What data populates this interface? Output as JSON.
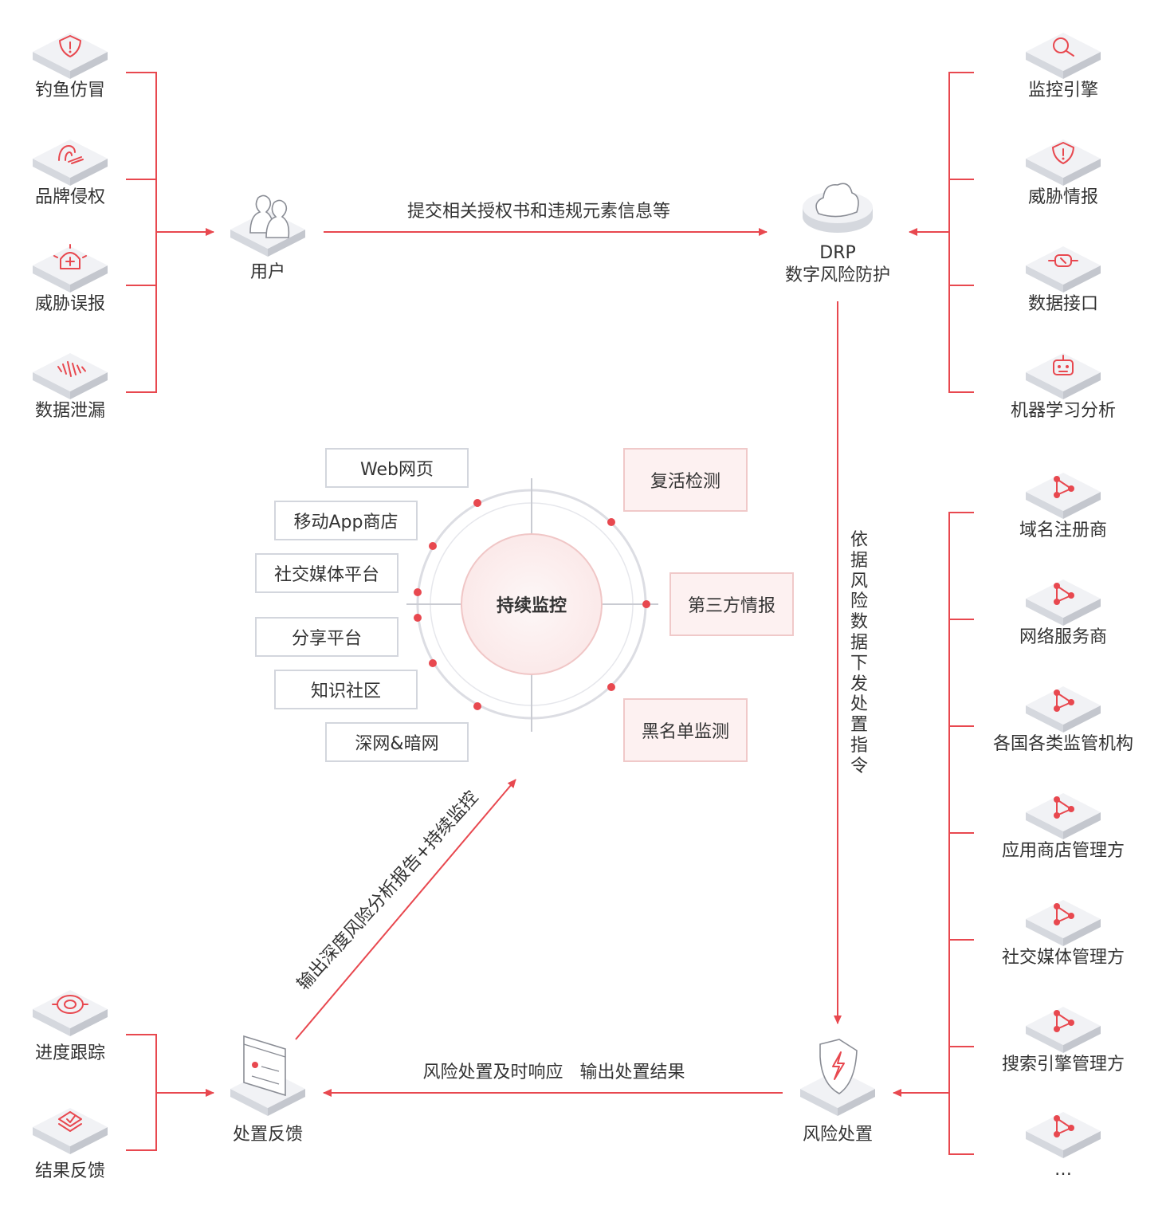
{
  "colors": {
    "accent": "#e8484f",
    "icon_top": "#f1f2f5",
    "icon_side": "#d5d8de",
    "box_border": "#d3d6dd",
    "box_pink": "#fdf1f1"
  },
  "left_top_items": [
    {
      "label": "钓鱼仿冒",
      "icon": "shield-alert-icon"
    },
    {
      "label": "品牌侵权",
      "icon": "brand-icon"
    },
    {
      "label": "威胁误报",
      "icon": "alarm-icon"
    },
    {
      "label": "数据泄漏",
      "icon": "data-leak-icon"
    }
  ],
  "right_top_items": [
    {
      "label": "监控引擎",
      "icon": "search-icon"
    },
    {
      "label": "威胁情报",
      "icon": "shield-alert-icon"
    },
    {
      "label": "数据接口",
      "icon": "interface-icon"
    },
    {
      "label": "机器学习分析",
      "icon": "robot-icon"
    }
  ],
  "right_bottom_items": [
    {
      "label": "域名注册商",
      "icon": "node-graph-icon"
    },
    {
      "label": "网络服务商",
      "icon": "node-graph-icon"
    },
    {
      "label": "各国各类监管机构",
      "icon": "node-graph-icon"
    },
    {
      "label": "应用商店管理方",
      "icon": "node-graph-icon"
    },
    {
      "label": "社交媒体管理方",
      "icon": "node-graph-icon"
    },
    {
      "label": "搜索引擎管理方",
      "icon": "node-graph-icon"
    },
    {
      "label": "…",
      "icon": "node-graph-icon"
    }
  ],
  "left_bottom_items": [
    {
      "label": "进度跟踪",
      "icon": "target-icon"
    },
    {
      "label": "结果反馈",
      "icon": "feedback-icon"
    }
  ],
  "nodes": {
    "user": "用户",
    "drp_line1": "DRP",
    "drp_line2": "数字风险防护",
    "risk_handling": "风险处置",
    "feedback": "处置反馈"
  },
  "arrows": {
    "user_to_drp": "提交相关授权书和违规元素信息等",
    "drp_to_risk": "依据风险数据下发处置指令",
    "risk_to_feedback": "风险处置及时响应   输出处置结果",
    "feedback_to_monitor": "输出深度风险分析报告+持续监控"
  },
  "monitor": {
    "center": "持续监控",
    "sources": [
      "Web网页",
      "移动App商店",
      "社交媒体平台",
      "分享平台",
      "知识社区",
      "深网&暗网"
    ],
    "checks": [
      "复活检测",
      "第三方情报",
      "黑名单监测"
    ]
  }
}
